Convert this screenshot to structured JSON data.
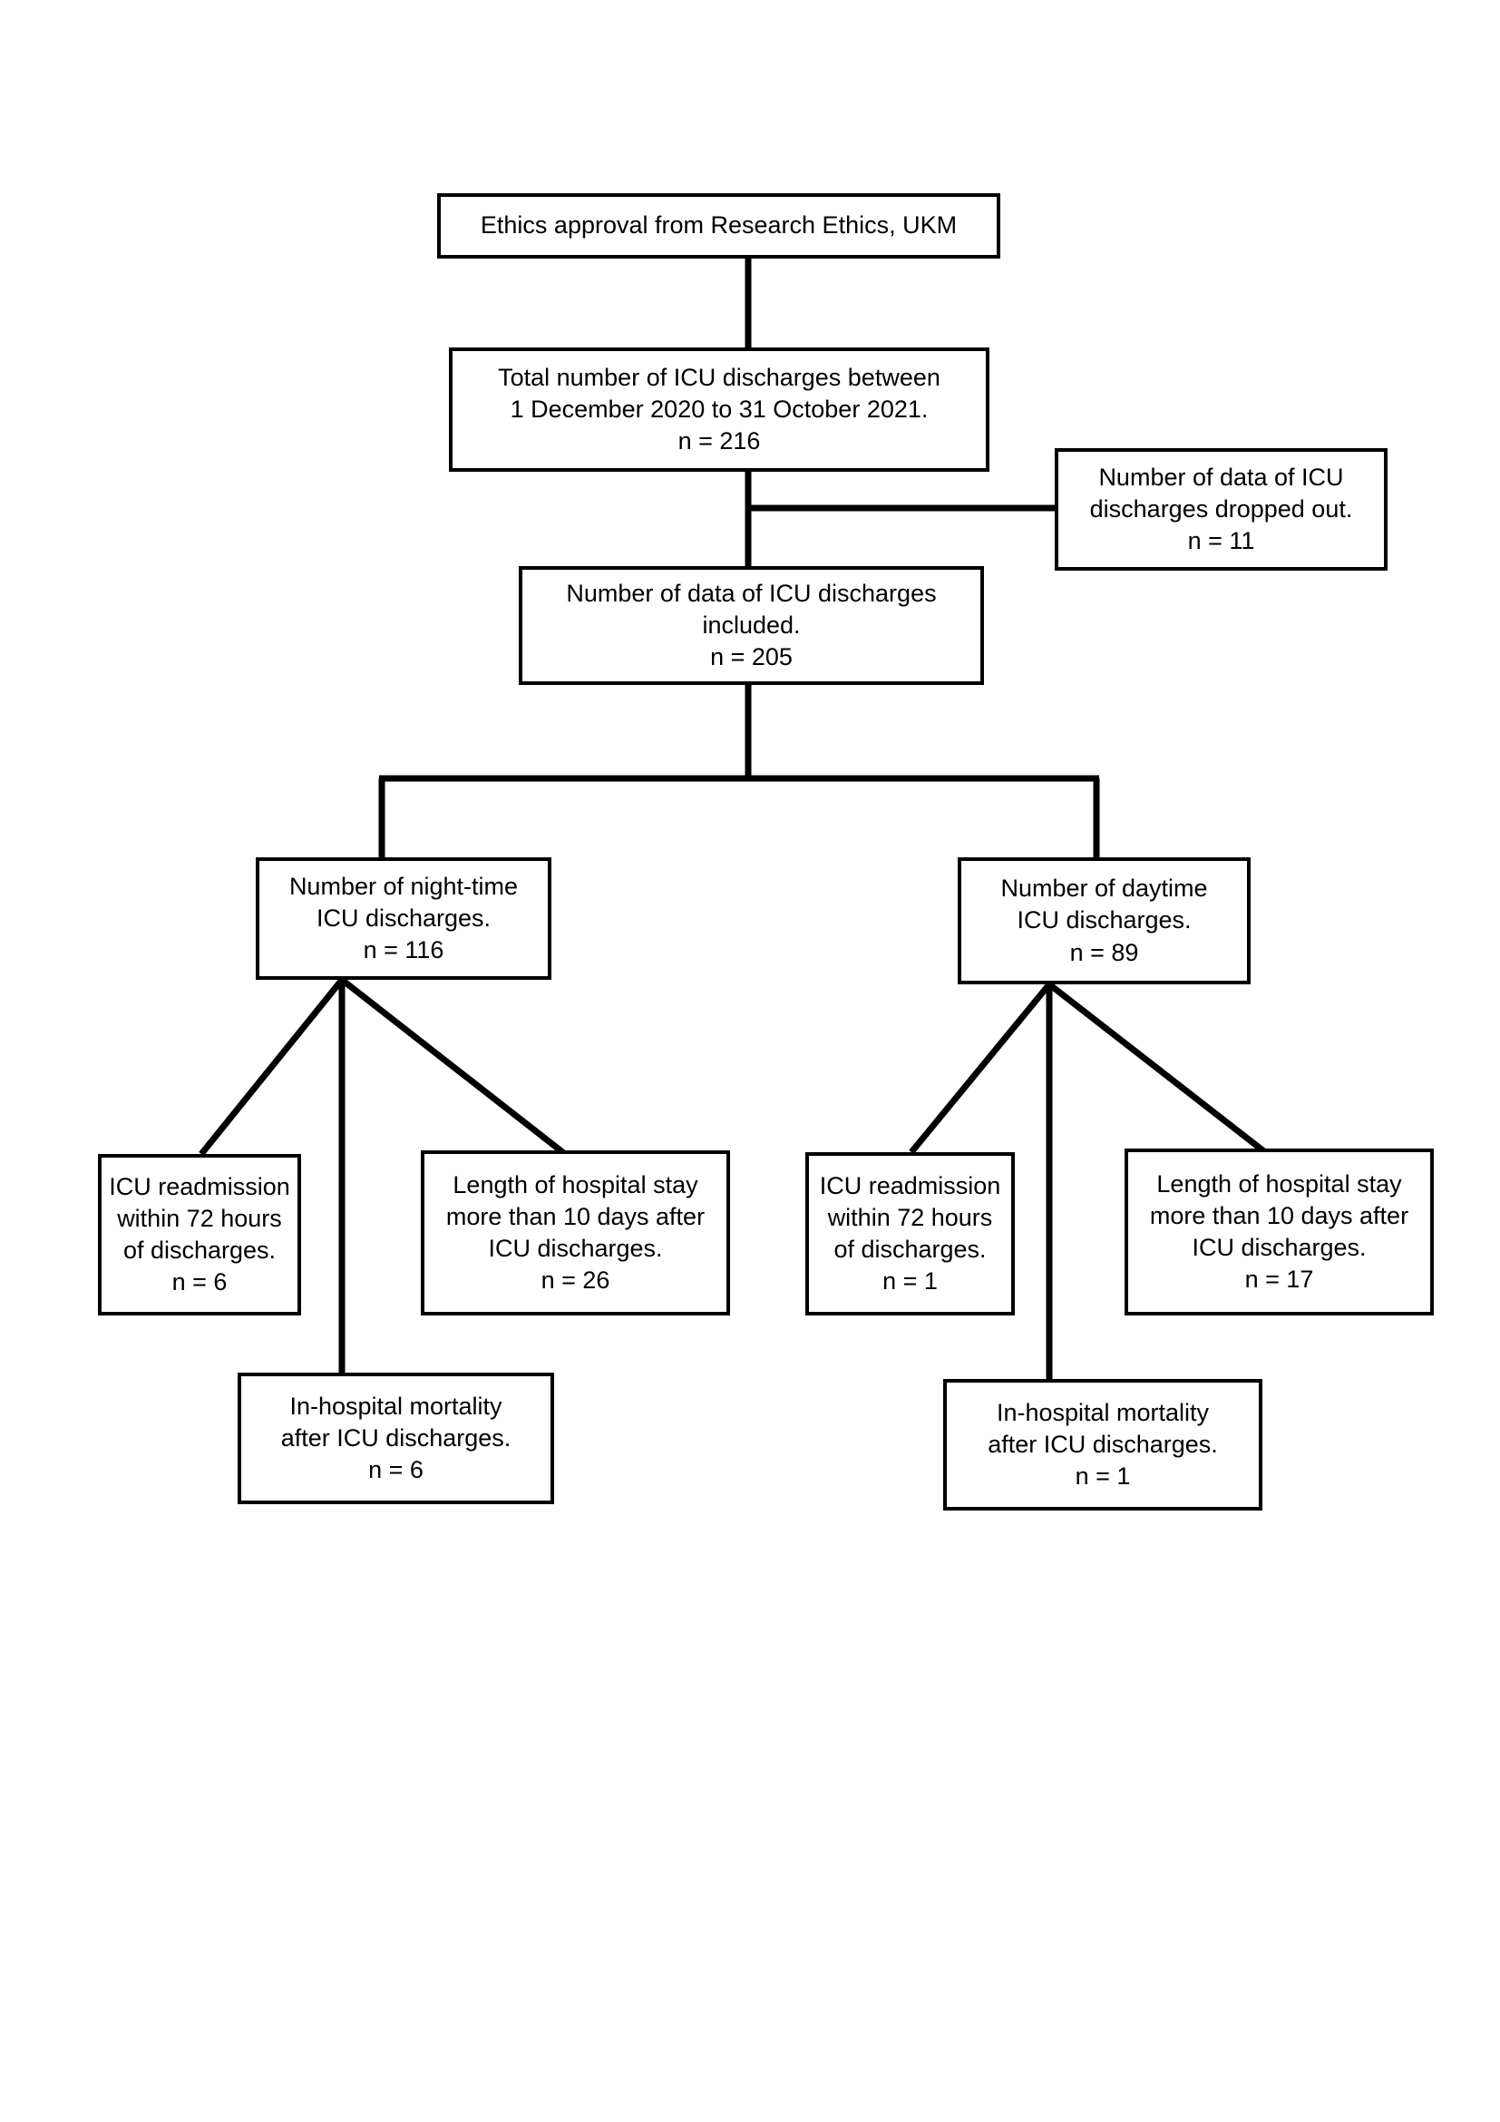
{
  "diagram": {
    "title": "ICU discharge study flowchart",
    "background_color": "#ffffff",
    "line_color": "#000000",
    "box_border_color": "#000000",
    "box_fill_color": "#ffffff"
  },
  "nodes": {
    "ethics": {
      "lines": [
        "Ethics approval from Research Ethics, UKM"
      ],
      "l0": "Ethics approval from Research Ethics, UKM"
    },
    "total_discharges": {
      "l0": "Total number of ICU discharges between",
      "l1": "1 December 2020 to 31 October 2021.",
      "l2": "n = 216"
    },
    "dropped_out": {
      "l0": "Number of data of ICU",
      "l1": "discharges dropped out.",
      "l2": "n = 11"
    },
    "included": {
      "l0": "Number of data of ICU discharges",
      "l1": "included.",
      "l2": "n = 205"
    },
    "night_time": {
      "l0": "Number of night-time",
      "l1": "ICU discharges.",
      "l2": "n = 116"
    },
    "daytime": {
      "l0": "Number of daytime",
      "l1": "ICU discharges.",
      "l2": "n = 89"
    },
    "night_readmission": {
      "l0": "ICU readmission",
      "l1": "within 72 hours",
      "l2": "of discharges.",
      "l3": "n = 6"
    },
    "night_length_of_stay": {
      "l0": "Length of hospital stay",
      "l1": "more than 10 days after",
      "l2": "ICU discharges.",
      "l3": "n = 26"
    },
    "night_mortality": {
      "l0": "In-hospital mortality",
      "l1": "after ICU discharges.",
      "l2": "n = 6"
    },
    "day_readmission": {
      "l0": "ICU readmission",
      "l1": "within 72 hours",
      "l2": "of discharges.",
      "l3": "n = 1"
    },
    "day_length_of_stay": {
      "l0": "Length of hospital stay",
      "l1": "more than 10 days after",
      "l2": "ICU discharges.",
      "l3": "n = 17"
    },
    "day_mortality": {
      "l0": "In-hospital mortality",
      "l1": "after ICU discharges.",
      "l2": "n = 1"
    }
  }
}
